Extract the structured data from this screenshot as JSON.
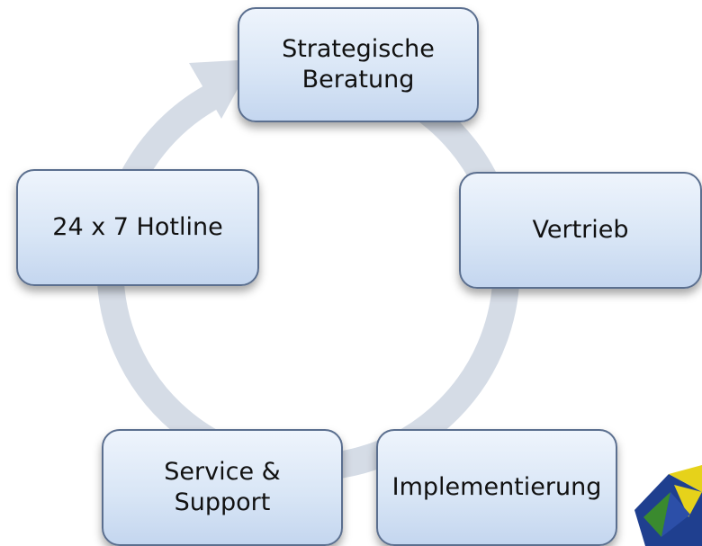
{
  "diagram": {
    "type": "cycle",
    "nodes": [
      {
        "id": "strategische-beratung",
        "label": "Strategische\nBeratung"
      },
      {
        "id": "vertrieb",
        "label": "Vertrieb"
      },
      {
        "id": "implementierung",
        "label": "Implementierung"
      },
      {
        "id": "service-support",
        "label": "Service &\nSupport"
      },
      {
        "id": "hotline",
        "label": "24 x 7 Hotline"
      }
    ],
    "ring_color": "#d5dce6",
    "node_fill": "#d9e6f6",
    "node_border": "#5b6f8f",
    "logo": {
      "icon": "company-logo-icon",
      "colors": [
        "#1f3f8f",
        "#e6d21a",
        "#3a8a2e"
      ]
    }
  }
}
